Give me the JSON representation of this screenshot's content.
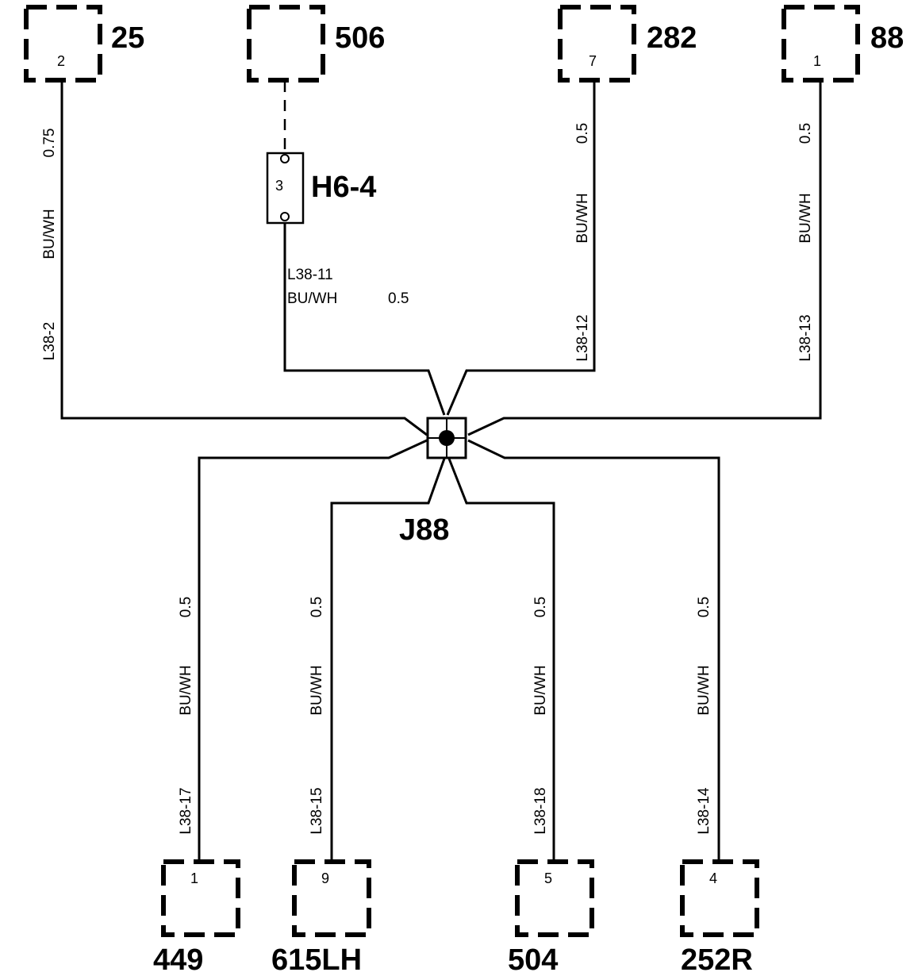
{
  "connectors": {
    "c25": {
      "id": "25",
      "pin": "2"
    },
    "c506": {
      "id": "506",
      "pin": ""
    },
    "c282": {
      "id": "282",
      "pin": "7"
    },
    "c88": {
      "id": "88",
      "pin": "1"
    },
    "c449": {
      "id": "449",
      "pin": "1"
    },
    "c615": {
      "id": "615LH",
      "pin": "9"
    },
    "c504": {
      "id": "504",
      "pin": "5"
    },
    "c252": {
      "id": "252R",
      "pin": "4"
    }
  },
  "fuse": {
    "id": "H6-4",
    "pin": "3"
  },
  "splice": {
    "id": "J88"
  },
  "wires": {
    "w2": {
      "size": "0.75",
      "color": "BU/WH",
      "circuit": "L38-2"
    },
    "w11": {
      "size": "0.5",
      "color": "BU/WH",
      "circuit": "L38-11"
    },
    "w12": {
      "size": "0.5",
      "color": "BU/WH",
      "circuit": "L38-12"
    },
    "w13": {
      "size": "0.5",
      "color": "BU/WH",
      "circuit": "L38-13"
    },
    "w17": {
      "size": "0.5",
      "color": "BU/WH",
      "circuit": "L38-17"
    },
    "w15": {
      "size": "0.5",
      "color": "BU/WH",
      "circuit": "L38-15"
    },
    "w18": {
      "size": "0.5",
      "color": "BU/WH",
      "circuit": "L38-18"
    },
    "w14": {
      "size": "0.5",
      "color": "BU/WH",
      "circuit": "L38-14"
    }
  }
}
